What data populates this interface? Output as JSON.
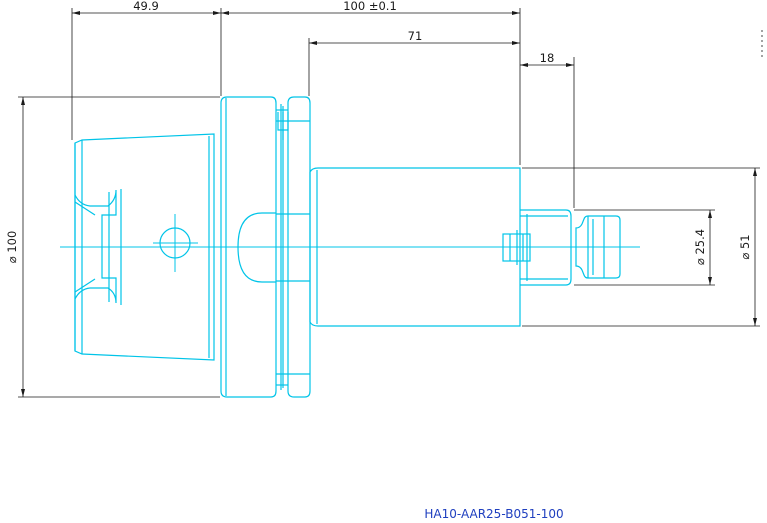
{
  "dimensions": {
    "flange_length": "49.9",
    "overall_length": "100  ±0.1",
    "body_length": "71",
    "tip_length": "18",
    "flange_diameter": "⌀ 100",
    "tip_diameter": "⌀ 25.4",
    "body_diameter": "⌀ 51"
  },
  "part_number": "HA10-AAR25-B051-100",
  "colors": {
    "geometry": "#00c4e8",
    "dimension": "#1a1a1a",
    "label": "#1f3fbf"
  }
}
